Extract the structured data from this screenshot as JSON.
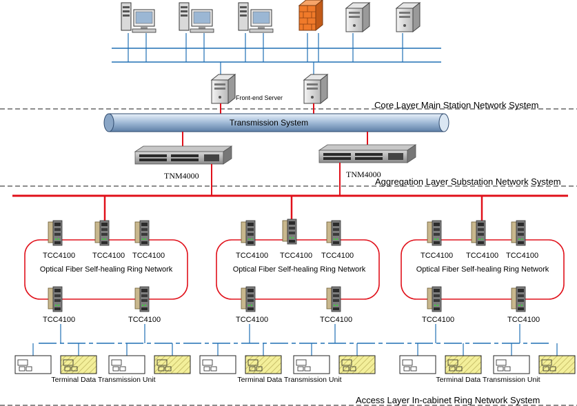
{
  "layers": {
    "core": "Core Layer Main Station Network System",
    "aggregation": "Aggregation Layer Substation Network System",
    "access": "Access Layer In-cabinet Ring Network System"
  },
  "core_devices": {
    "front_end_server": "Front-end Server",
    "transmission_system": "Transmission System"
  },
  "aggregation_devices": {
    "switch_left": "TNM4000",
    "switch_right": "TNM4000"
  },
  "rings": [
    {
      "label": "Optical Fiber Self-healing Ring Network",
      "top_nodes": [
        "TCC4100",
        "TCC4100",
        "TCC4100"
      ],
      "bottom_nodes": [
        "TCC4100",
        "TCC4100"
      ],
      "terminal_label": "Terminal Data Transmission Unit"
    },
    {
      "label": "Optical Fiber Self-healing Ring Network",
      "top_nodes": [
        "TCC4100",
        "TCC4100",
        "TCC4100"
      ],
      "bottom_nodes": [
        "TCC4100",
        "TCC4100"
      ],
      "terminal_label": "Terminal Data Transmission Unit"
    },
    {
      "label": "Optical Fiber Self-healing Ring Network",
      "top_nodes": [
        "TCC4100",
        "TCC4100",
        "TCC4100"
      ],
      "bottom_nodes": [
        "TCC4100",
        "TCC4100"
      ],
      "terminal_label": "Terminal Data Transmission Unit"
    }
  ],
  "colors": {
    "link_red": "#e0101a",
    "lan_blue": "#1f6fb4",
    "dash_gray": "#666666",
    "firewall_orange": "#f07a2a",
    "terminal_yellow": "#f3ef9a"
  }
}
